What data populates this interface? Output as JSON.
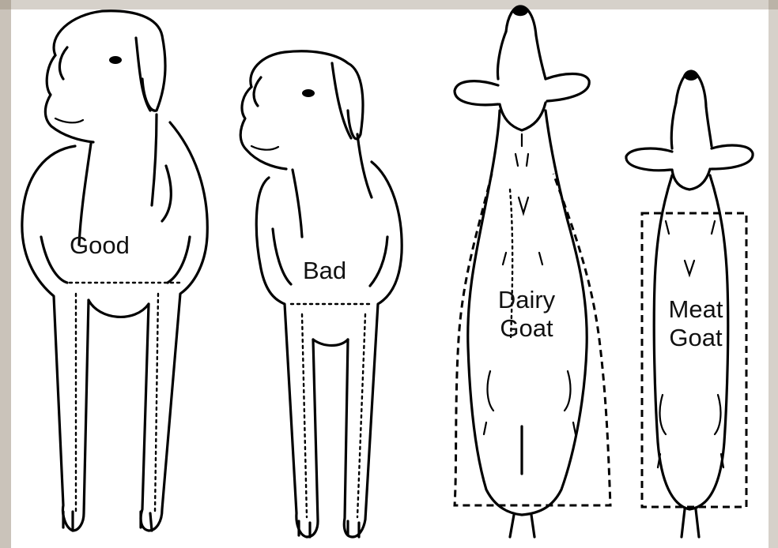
{
  "labels": {
    "good": "Good",
    "bad": "Bad",
    "dairy_line1": "Dairy",
    "dairy_line2": "Goat",
    "meat_line1": "Meat",
    "meat_line2": "Goat"
  },
  "colors": {
    "background": "#ffffff",
    "ink": "#000000",
    "photo_edge": "#7a6a58"
  },
  "figures": [
    "good-goat-front-view",
    "bad-goat-front-view",
    "dairy-goat-top-view",
    "meat-goat-top-view"
  ]
}
